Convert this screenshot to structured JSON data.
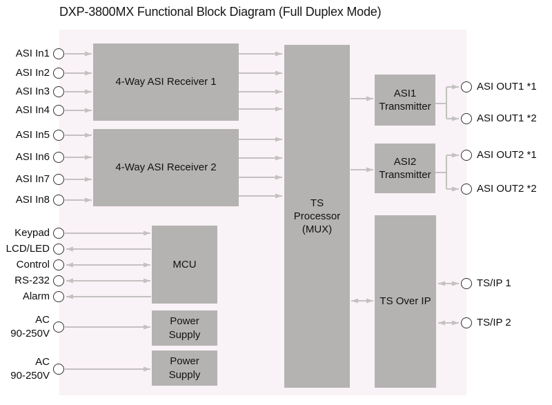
{
  "title": "DXP-3800MX  Functional Block Diagram (Full Duplex Mode)",
  "colors": {
    "background": "#ffffff",
    "panel": "#f9f2f6",
    "block": "#b5b2b2",
    "arrow": "#c4c1c1",
    "circle_border": "#2e2e2e",
    "text": "#111111"
  },
  "blocks": [
    {
      "id": "receiver1",
      "label": "4-Way ASI Receiver 1"
    },
    {
      "id": "receiver2",
      "label": "4-Way ASI Receiver 2"
    },
    {
      "id": "mcu",
      "label": "MCU"
    },
    {
      "id": "power-supply-1",
      "label": "Power\nSupply"
    },
    {
      "id": "power-supply-2",
      "label": "Power\nSupply"
    },
    {
      "id": "ts-processor",
      "label": "TS\nProcessor\n(MUX)"
    },
    {
      "id": "asi1-transmitter",
      "label": "ASI1\nTransmitter"
    },
    {
      "id": "asi2-transmitter",
      "label": "ASI2\nTransmitter"
    },
    {
      "id": "ts-over-ip",
      "label": "TS Over IP"
    }
  ],
  "left_ports": [
    {
      "id": "asi-in1",
      "label": "ASI In1",
      "direction": "in"
    },
    {
      "id": "asi-in2",
      "label": "ASI In2",
      "direction": "in"
    },
    {
      "id": "asi-in3",
      "label": "ASI In3",
      "direction": "in"
    },
    {
      "id": "asi-in4",
      "label": "ASI In4",
      "direction": "in"
    },
    {
      "id": "asi-in5",
      "label": "ASI In5",
      "direction": "in"
    },
    {
      "id": "asi-in6",
      "label": "ASI In6",
      "direction": "in"
    },
    {
      "id": "asi-in7",
      "label": "ASI In7",
      "direction": "in"
    },
    {
      "id": "asi-in8",
      "label": "ASI In8",
      "direction": "in"
    },
    {
      "id": "keypad",
      "label": "Keypad",
      "direction": "in"
    },
    {
      "id": "lcd-led",
      "label": "LCD/LED",
      "direction": "out"
    },
    {
      "id": "control",
      "label": "Control",
      "direction": "bidirectional"
    },
    {
      "id": "rs-232",
      "label": "RS-232",
      "direction": "bidirectional"
    },
    {
      "id": "alarm",
      "label": "Alarm",
      "direction": "out"
    },
    {
      "id": "ac-power-1",
      "label": "AC\n90-250V",
      "direction": "in"
    },
    {
      "id": "ac-power-2",
      "label": "AC\n90-250V",
      "direction": "in"
    }
  ],
  "right_ports": [
    {
      "id": "asi-out1-1",
      "label": "ASI OUT1 *1",
      "direction": "out"
    },
    {
      "id": "asi-out1-2",
      "label": "ASI OUT1 *2",
      "direction": "out"
    },
    {
      "id": "asi-out2-1",
      "label": "ASI OUT2 *1",
      "direction": "out"
    },
    {
      "id": "asi-out2-2",
      "label": "ASI OUT2 *2",
      "direction": "out"
    },
    {
      "id": "ts-ip-1",
      "label": "TS/IP 1",
      "direction": "bidirectional"
    },
    {
      "id": "ts-ip-2",
      "label": "TS/IP 2",
      "direction": "bidirectional"
    }
  ]
}
